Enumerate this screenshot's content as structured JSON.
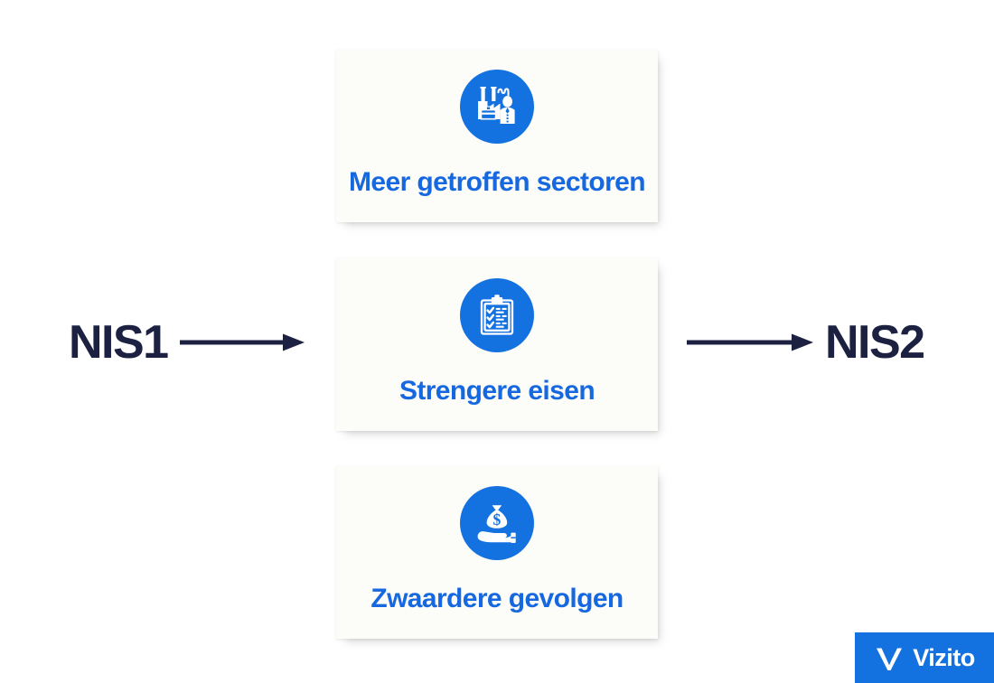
{
  "diagram": {
    "left_label": "NIS1",
    "right_label": "NIS2",
    "arrow_left_name": "arrow-right-icon",
    "arrow_right_name": "arrow-right-icon",
    "accent_blue": "#1471e0",
    "text_blue": "#1668e0",
    "label_navy": "#1c2142",
    "card_background": "#fcfcf8",
    "page_background": "#ffffff"
  },
  "cards": [
    {
      "label": "Meer getroffen sectoren",
      "icon": "factory-worker-icon"
    },
    {
      "label": "Strengere eisen",
      "icon": "clipboard-checklist-icon"
    },
    {
      "label": "Zwaardere gevolgen",
      "icon": "hand-money-bag-icon"
    }
  ],
  "logo": {
    "wordmark": "Vizito",
    "mark": "vizito-v-checkmark-icon",
    "background": "#1471e0",
    "foreground": "#ffffff"
  }
}
